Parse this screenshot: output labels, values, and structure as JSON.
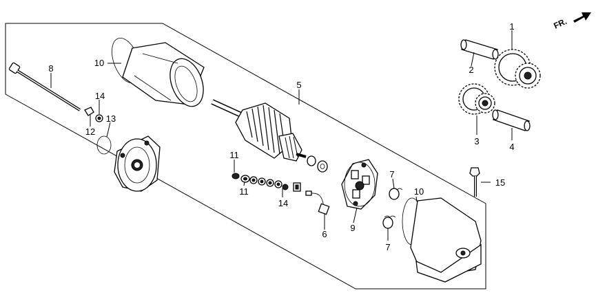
{
  "direction_marker": {
    "text": "FR.",
    "icon": "forward-arrow-icon"
  },
  "callouts": {
    "c1": "1",
    "c2": "2",
    "c3": "3",
    "c4": "4",
    "c5": "5",
    "c6": "6",
    "c7a": "7",
    "c7b": "7",
    "c8": "8",
    "c9": "9",
    "c10a": "10",
    "c10b": "10",
    "c11a": "11",
    "c11b": "11",
    "c12": "12",
    "c13": "13",
    "c14a": "14",
    "c14b": "14",
    "c15": "15"
  }
}
